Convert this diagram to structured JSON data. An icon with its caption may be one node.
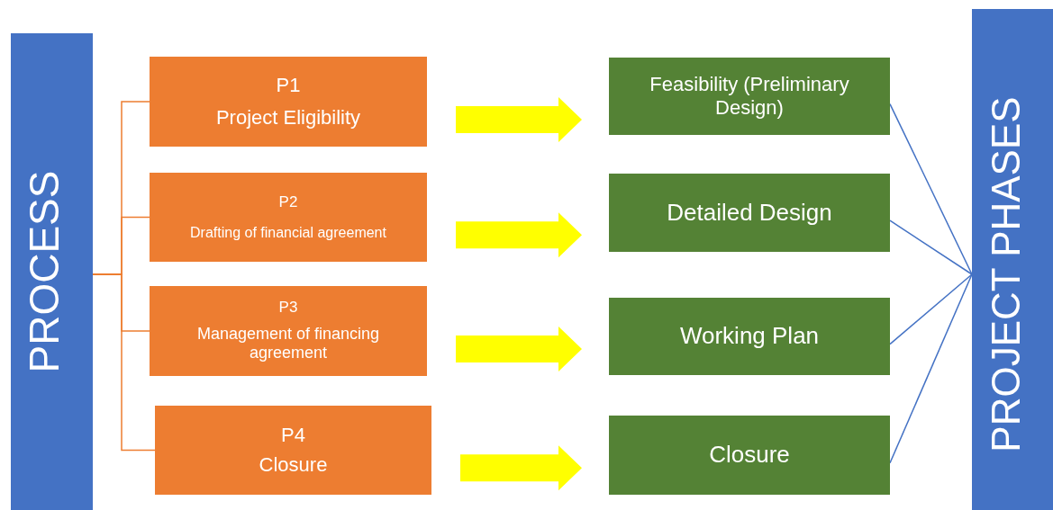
{
  "diagram": {
    "nodes": [
      {
        "text": [
          "PROCESS"
        ]
      },
      {
        "text": [
          "P1",
          "Project Eligibility"
        ]
      },
      {
        "text": [
          "P2",
          "Drafting of financial agreement"
        ]
      },
      {
        "text": [
          "P3",
          "Management of financing agreement"
        ]
      },
      {
        "text": [
          "P4",
          "Closure"
        ]
      },
      {
        "text": [
          "Feasibility (Preliminary Design)"
        ]
      },
      {
        "text": [
          "Detailed Design"
        ]
      },
      {
        "text": [
          "Working Plan"
        ]
      },
      {
        "text": [
          "Closure"
        ]
      },
      {
        "text": [
          "PROJECT PHASES"
        ]
      }
    ],
    "edges": [
      {
        "from": 0,
        "to": 1,
        "arrow": "none",
        "color": "#ed7d31"
      },
      {
        "from": 0,
        "to": 2,
        "arrow": "none",
        "color": "#ed7d31"
      },
      {
        "from": 0,
        "to": 3,
        "arrow": "none",
        "color": "#ed7d31"
      },
      {
        "from": 0,
        "to": 4,
        "arrow": "none",
        "color": "#ed7d31"
      },
      {
        "from": 1,
        "to": 5,
        "arrow": "to",
        "style": "thick",
        "color": "#ffff00"
      },
      {
        "from": 2,
        "to": 6,
        "arrow": "to",
        "style": "thick",
        "color": "#ffff00"
      },
      {
        "from": 3,
        "to": 7,
        "arrow": "to",
        "style": "thick",
        "color": "#ffff00"
      },
      {
        "from": 4,
        "to": 8,
        "arrow": "to",
        "style": "thick",
        "color": "#ffff00"
      },
      {
        "from": 5,
        "to": 9,
        "arrow": "none",
        "color": "#4472c4"
      },
      {
        "from": 6,
        "to": 9,
        "arrow": "none",
        "color": "#4472c4"
      },
      {
        "from": 7,
        "to": 9,
        "arrow": "none",
        "color": "#4472c4"
      },
      {
        "from": 8,
        "to": 9,
        "arrow": "none",
        "color": "#4472c4"
      }
    ]
  }
}
